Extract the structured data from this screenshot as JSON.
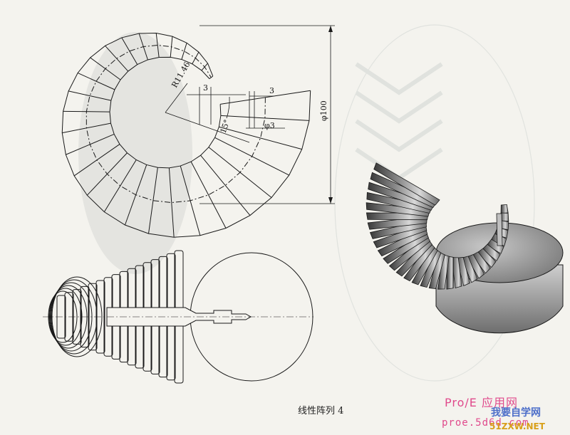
{
  "caption": "线性阵列 4",
  "dimensions": {
    "radius": "R11.46",
    "width_a": "3",
    "width_b": "3",
    "angle": "15°",
    "small_dia": "φ3",
    "outer_dia": "φ100"
  },
  "watermark": {
    "line1": "Pro/E 应用网",
    "line2": "我要自学网",
    "line3": "proe.5d6d.com",
    "line4": "51ZXW.NET"
  },
  "colors": {
    "paper": "#f4f3ee",
    "line": "#1a1a1a",
    "shade_dark": "#3a3a3a",
    "shade_light": "#d8d8d8",
    "watermark_pink": "#e04a8c",
    "watermark_blue": "#4c6ec9"
  }
}
